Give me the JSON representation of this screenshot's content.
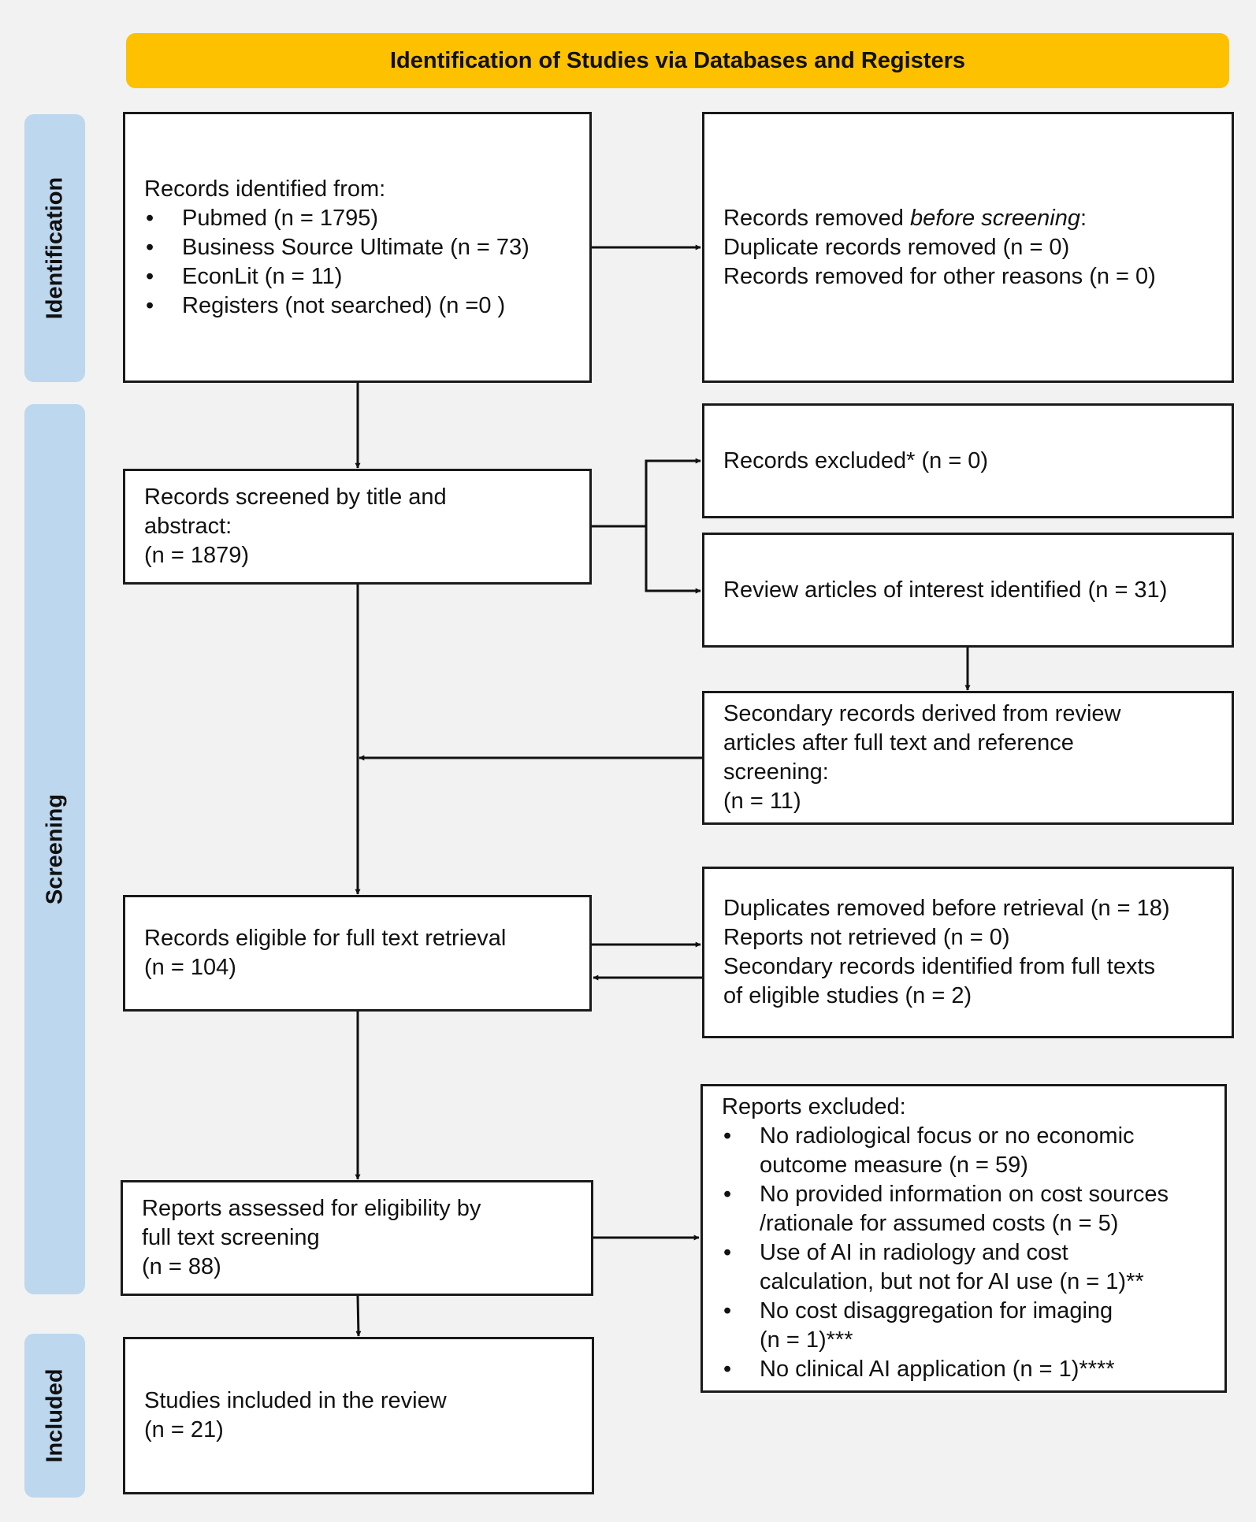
{
  "header": {
    "title": "Identification of Studies via Databases and Registers"
  },
  "phases": {
    "identification": "Identification",
    "screening": "Screening",
    "included": "Included"
  },
  "boxes": {
    "records_identified": {
      "title": "Records identified from:",
      "items": [
        "Pubmed (n = 1795)",
        "Business Source Ultimate (n = 73)",
        "EconLit (n = 11)",
        "Registers (not searched) (n =0 )"
      ]
    },
    "records_removed": {
      "line1_prefix": "Records removed ",
      "line1_emph": "before screening",
      "line1_suffix": ":",
      "line2": "Duplicate records removed  (n = 0)",
      "line3": "Records removed for other reasons (n = 0)"
    },
    "records_screened": {
      "line1": "Records screened by title and",
      "line2": "abstract:",
      "line3": "(n = 1879)"
    },
    "records_excluded": {
      "text": "Records excluded* (n = 0)"
    },
    "review_articles": {
      "text": "Review articles of interest identified (n = 31)"
    },
    "secondary_records": {
      "line1": "Secondary records derived from review",
      "line2": "articles after full text and reference",
      "line3": "screening:",
      "line4": "(n = 11)"
    },
    "eligible_retrieval": {
      "line1": "Records eligible for full text retrieval",
      "line2": "(n = 104)"
    },
    "duplicates_removed": {
      "line1": "Duplicates removed before retrieval (n = 18)",
      "line2": "Reports not retrieved (n = 0)",
      "line3": "Secondary records identified from full texts",
      "line4": "of eligible studies (n = 2)"
    },
    "reports_assessed": {
      "line1": "Reports assessed for eligibility by",
      "line2": "full text screening",
      "line3": "(n = 88)"
    },
    "reports_excluded": {
      "title": "Reports excluded:",
      "items": [
        {
          "a": "No radiological focus or no economic",
          "b": "outcome measure (n = 59)"
        },
        {
          "a": "No provided information on cost sources",
          "b": "/rationale for assumed costs (n = 5)"
        },
        {
          "a": "Use of AI in radiology and cost",
          "b": "calculation, but not for AI use (n = 1)**"
        },
        {
          "a": "No cost disaggregation for imaging",
          "b": "(n = 1)***"
        },
        {
          "a": "No clinical AI application (n = 1)****",
          "b": ""
        }
      ]
    },
    "studies_included": {
      "line1": "Studies included in the review",
      "line2": "(n = 21)"
    }
  }
}
